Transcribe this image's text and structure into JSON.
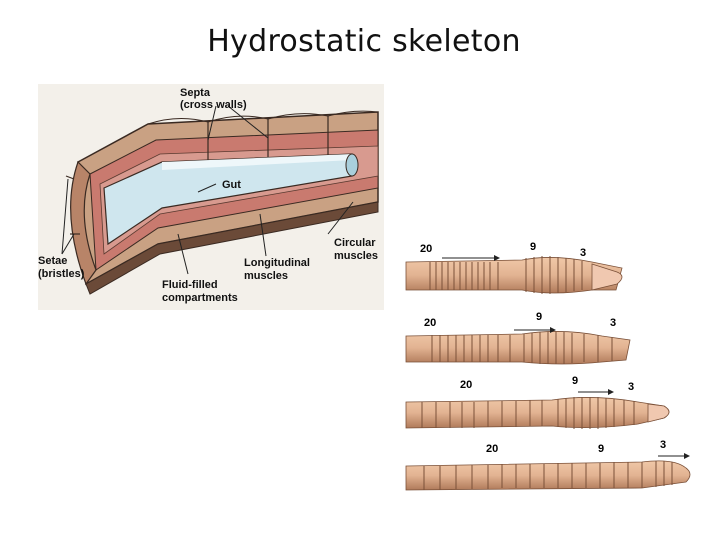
{
  "slide": {
    "title": "Hydrostatic skeleton"
  },
  "anatomy": {
    "labels": {
      "septa": "Septa",
      "septa_sub": "(cross walls)",
      "gut": "Gut",
      "setae": "Setae",
      "setae_sub": "(bristles)",
      "fluid": "Fluid-filled",
      "fluid_sub": "compartments",
      "longitudinal": "Longitudinal",
      "longitudinal_sub": "muscles",
      "circular": "Circular",
      "circular_sub": "muscles"
    },
    "colors": {
      "background": "#f3f0ea",
      "gut": "#cfe6ee",
      "muscle": "#c97a6f",
      "skin": "#c9a183",
      "outline": "#3a2a22"
    }
  },
  "locomotion": {
    "rows": [
      {
        "a": "20",
        "b": "9",
        "c": "3"
      },
      {
        "a": "20",
        "b": "9",
        "c": "3"
      },
      {
        "a": "20",
        "b": "9",
        "c": "3"
      },
      {
        "a": "20",
        "b": "9",
        "c": "3"
      }
    ],
    "colors": {
      "worm": "#e2b392",
      "worm_dark": "#b07a5a",
      "tip": "#f0c8b0"
    }
  }
}
